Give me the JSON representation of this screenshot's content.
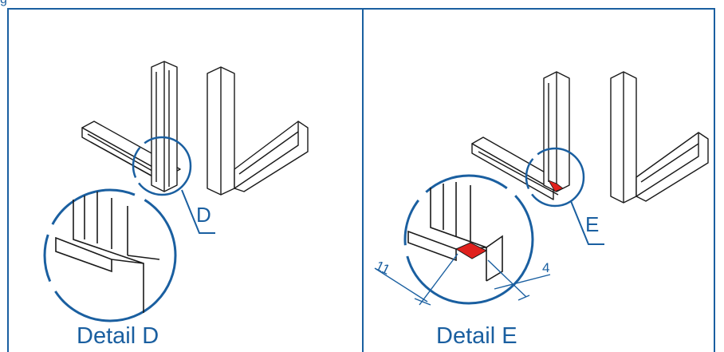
{
  "figure": {
    "label": "g",
    "border_color": "#1a5fa0",
    "accent_red": "#e0211d",
    "panels": [
      {
        "name": "left",
        "callout": "D",
        "caption": "Detail D"
      },
      {
        "name": "right",
        "callout": "E",
        "caption": "Detail E"
      }
    ],
    "dimensions": {
      "left": "11",
      "right": "4"
    }
  }
}
